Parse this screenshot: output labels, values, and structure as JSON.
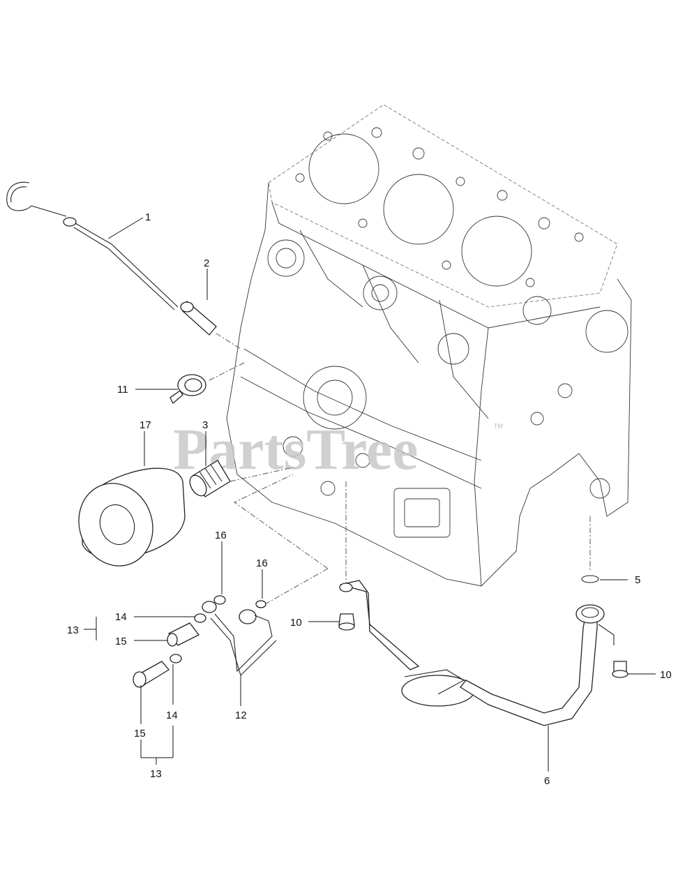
{
  "watermark": {
    "text": "PartsTree",
    "tm": "TM"
  },
  "callouts": [
    {
      "id": "c1",
      "label": "1"
    },
    {
      "id": "c2",
      "label": "2"
    },
    {
      "id": "c11",
      "label": "11"
    },
    {
      "id": "c17",
      "label": "17"
    },
    {
      "id": "c3",
      "label": "3"
    },
    {
      "id": "c16a",
      "label": "16"
    },
    {
      "id": "c16b",
      "label": "16"
    },
    {
      "id": "c5",
      "label": "5"
    },
    {
      "id": "c14a",
      "label": "14"
    },
    {
      "id": "c13a",
      "label": "13"
    },
    {
      "id": "c15a",
      "label": "15"
    },
    {
      "id": "c10a",
      "label": "10"
    },
    {
      "id": "c10b",
      "label": "10"
    },
    {
      "id": "c14b",
      "label": "14"
    },
    {
      "id": "c12",
      "label": "12"
    },
    {
      "id": "c15b",
      "label": "15"
    },
    {
      "id": "c13b",
      "label": "13"
    },
    {
      "id": "c6",
      "label": "6"
    }
  ]
}
